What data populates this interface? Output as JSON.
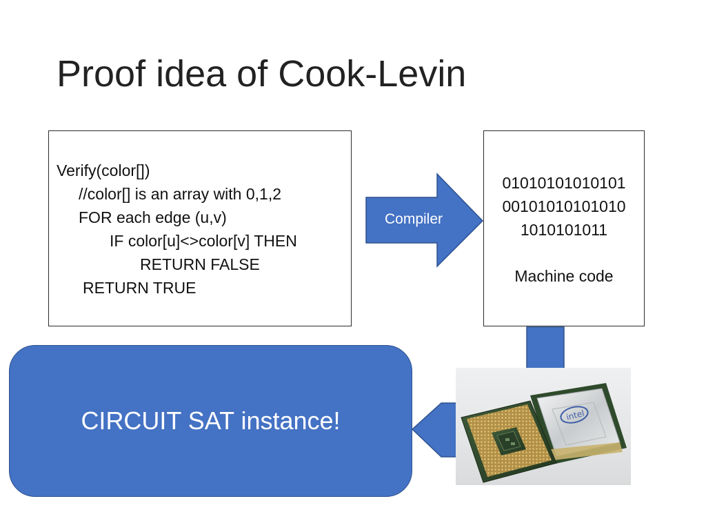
{
  "slide": {
    "title": "Proof idea of Cook-Levin"
  },
  "code_box": {
    "lines": [
      "Verify(color[])",
      "//color[] is an array with 0,1,2",
      "FOR each edge (u,v)",
      "IF color[u]<>color[v] THEN",
      "RETURN FALSE",
      "RETURN TRUE"
    ]
  },
  "compiler_arrow": {
    "label": "Compiler"
  },
  "machine_box": {
    "lines": [
      "01010101010101",
      "00101010101010",
      "1010101011",
      "Machine code"
    ]
  },
  "circuit_box": {
    "label": "CIRCUIT SAT instance!"
  },
  "cpu_photo": {
    "chip_brand": "intel"
  },
  "colors": {
    "shape_fill": "#4472c4",
    "shape_border": "#2f528f",
    "text": "#1a1a1a",
    "background": "#ffffff"
  }
}
